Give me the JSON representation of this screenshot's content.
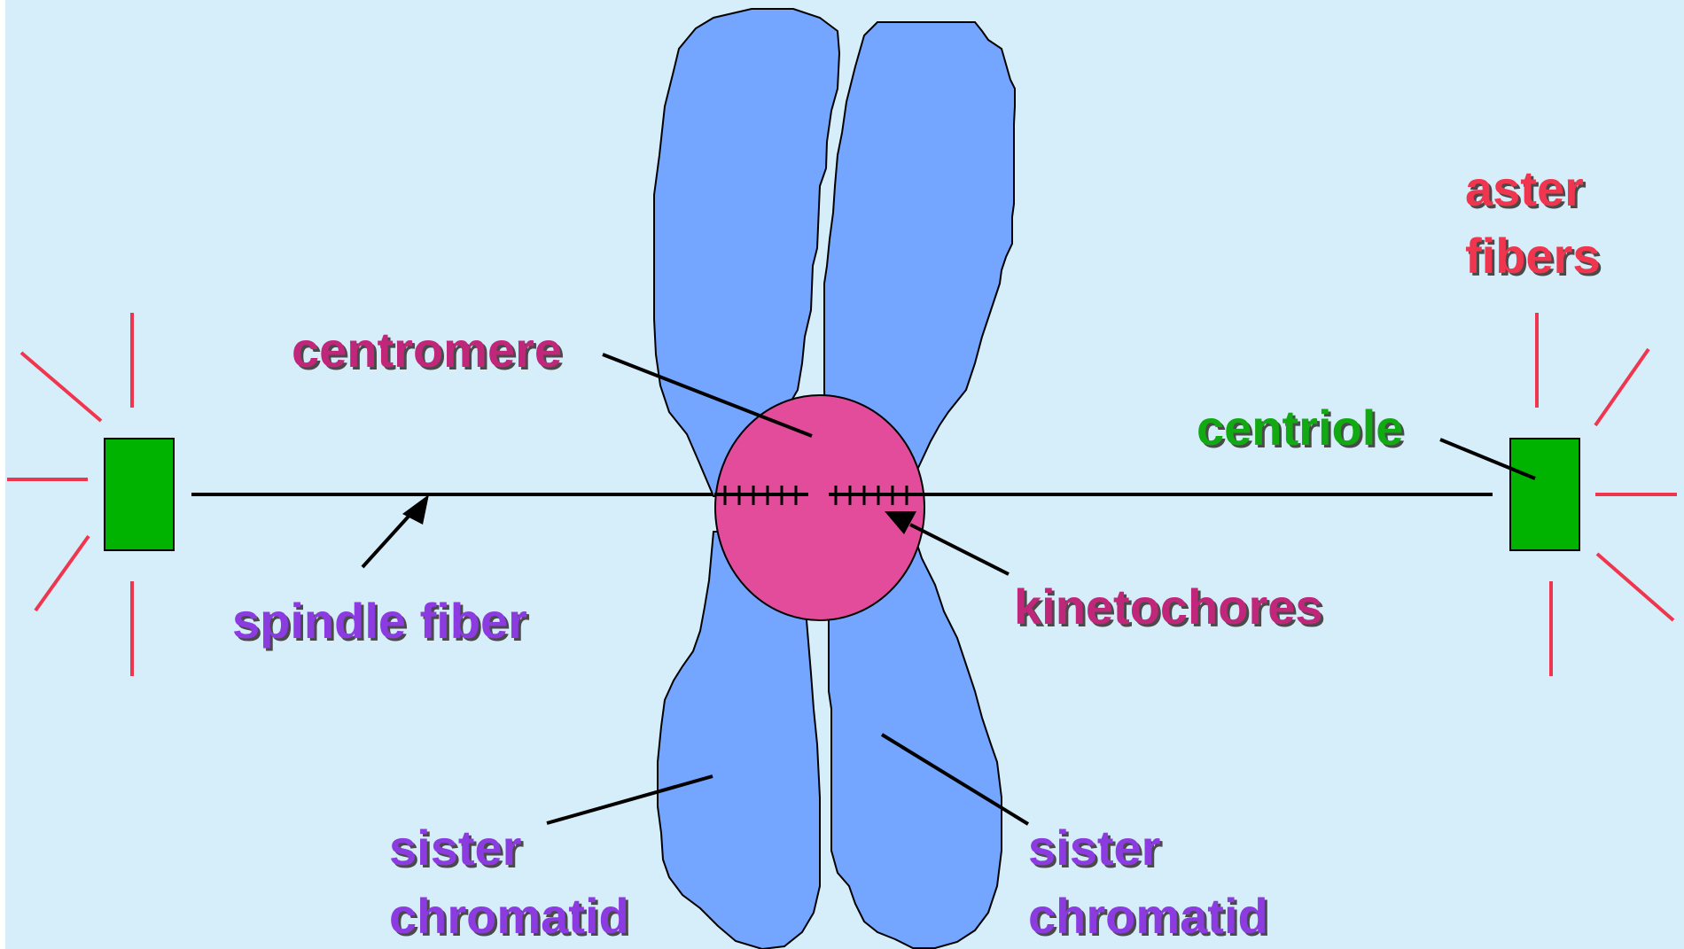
{
  "labels": {
    "centromere": "centromere",
    "kinetochores": "kinetochores",
    "spindle_fiber": "spindle fiber",
    "centriole": "centriole",
    "aster_line1": "aster",
    "aster_line2": "fibers",
    "sister_left_line1": "sister",
    "sister_left_line2": "chromatid",
    "sister_right_line1": "sister",
    "sister_right_line2": "chromatid"
  },
  "colors": {
    "background": "#d6eef9",
    "chromatid": "#74a5ff",
    "centromere": "#e24c9a",
    "centriole": "#00b300",
    "aster": "#f0364e",
    "label_magenta": "#c0267a",
    "label_purple": "#8b3be0",
    "label_green": "#12aa12",
    "label_red": "#f0364e",
    "line": "#000000"
  }
}
